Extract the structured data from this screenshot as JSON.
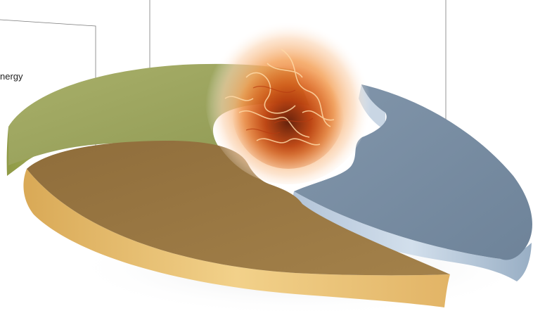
{
  "diagram": {
    "callout_text": "nergy",
    "segments": [
      {
        "id": "green-segment",
        "color": "#9aa45e"
      },
      {
        "id": "gold-segment",
        "color": "#9b7a45"
      },
      {
        "id": "blue-segment",
        "color": "#7b8fa3"
      }
    ],
    "center_graphic": "fire-icon"
  }
}
